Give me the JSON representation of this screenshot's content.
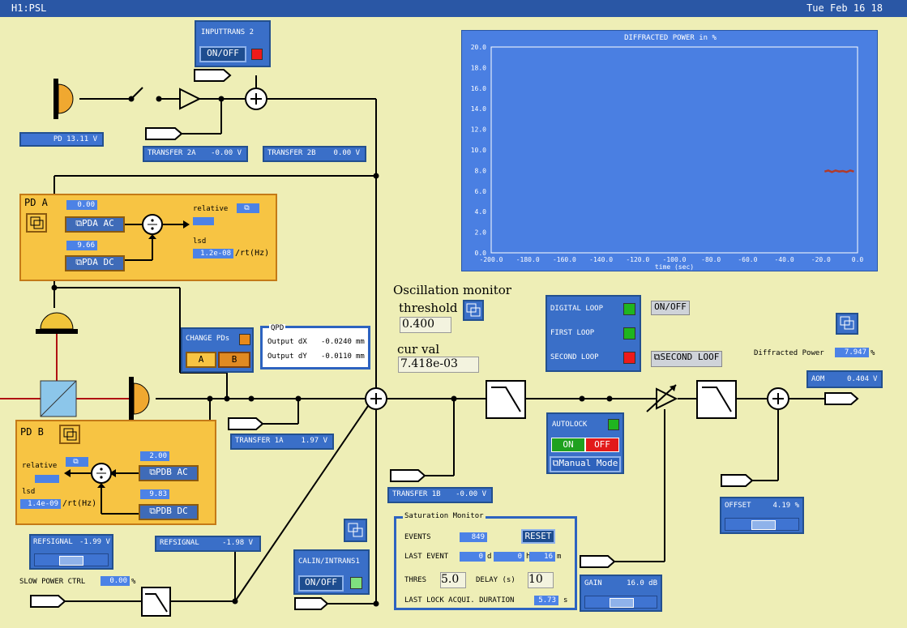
{
  "title_left": "H1:PSL",
  "date": "Tue Feb 16 18",
  "pd_monitor": "PD 13.11 V",
  "inputtrans": {
    "label": "INPUTTRANS 2",
    "button": "ON/OFF",
    "led": "#ee1a1a"
  },
  "transfer_2a": {
    "label": "TRANSFER 2A",
    "value": "-0.00 V"
  },
  "transfer_2b": {
    "label": "TRANSFER 2B",
    "value": "0.00 V"
  },
  "transfer_1a": {
    "label": "TRANSFER 1A",
    "value": "1.97 V"
  },
  "transfer_1b": {
    "label": "TRANSFER 1B",
    "value": "-0.00 V"
  },
  "pd_a": {
    "title": "PD A",
    "top_value": "0.00",
    "ac_label": "PDA AC",
    "dc_label": "PDA DC",
    "dc_value": "9.66",
    "relative_label": "relative",
    "lsd_label": "lsd",
    "lsd_value": "1.2e-08",
    "lsd_unit": "/rt(Hz)"
  },
  "pd_b": {
    "title": "PD B",
    "ac_value": "2.00",
    "ac_label": "PDB AC",
    "dc_label": "PDB DC",
    "dc_value": "9.83",
    "relative_label": "relative",
    "lsd_label": "lsd",
    "lsd_value": "1.4e-09",
    "lsd_unit": "/rt(Hz)"
  },
  "change_pds": {
    "label": "CHANGE PDs",
    "a": "A",
    "b": "B"
  },
  "qpd": {
    "title": "QPD",
    "dx_label": "Output dX",
    "dx_value": "-0.0240",
    "dy_label": "Output dY",
    "dy_value": "-0.0110",
    "unit": "mm"
  },
  "chart_data": {
    "type": "line",
    "title": "DIFFRACTED POWER in %",
    "xlabel": "time (sec)",
    "ylabel": "",
    "xlim": [
      -200,
      0
    ],
    "ylim": [
      0,
      20
    ],
    "x_ticks": [
      "-200.0",
      "-180.0",
      "-160.0",
      "-140.0",
      "-120.0",
      "-100.0",
      "-80.0",
      "-60.0",
      "-40.0",
      "-20.0",
      "0.0"
    ],
    "y_ticks": [
      "20.0",
      "18.0",
      "16.0",
      "14.0",
      "12.0",
      "10.0",
      "8.0",
      "6.0",
      "4.0",
      "2.0",
      "0.0"
    ],
    "series": [
      {
        "x": [
          -18,
          -16,
          -14,
          -12,
          -10,
          -8,
          -6,
          -4,
          -2
        ],
        "y": [
          7.9,
          8.0,
          7.85,
          8.0,
          7.9,
          7.95,
          7.85,
          8.0,
          7.9
        ],
        "color": "#b13a2a"
      }
    ],
    "grid": false
  },
  "oscillation": {
    "title": "Oscillation monitor",
    "threshold_label": "threshold",
    "threshold_value": "0.400",
    "cur_label": "cur val",
    "cur_value": "7.418e-03"
  },
  "loops": {
    "digital": "DIGITAL LOOP",
    "first": "FIRST LOOP",
    "second": "SECOND LOOP",
    "onoff": "ON/OFF",
    "second_btn": "SECOND LOOF",
    "led_digital": "#1fb51f",
    "led_first": "#1fb51f",
    "led_second": "#ee1a1a"
  },
  "diffracted": {
    "label": "Diffracted Power",
    "value": "7.947",
    "unit": "%"
  },
  "aom": {
    "label": "AOM",
    "value": "0.404",
    "unit": "V"
  },
  "autolock": {
    "label": "AUTOLOCK",
    "on": "ON",
    "off": "OFF",
    "manual": "Manual Mode",
    "led": "#1fb51f"
  },
  "saturation": {
    "title": "Saturation Monitor",
    "events_label": "EVENTS",
    "events_value": "849",
    "reset": "RESET",
    "last_event_label": "LAST EVENT",
    "d_value": "0",
    "d_unit": "d",
    "h_value": "0",
    "h_unit": "h",
    "m_value": "16",
    "m_unit": "m",
    "thres_label": "THRES",
    "thres_value": "5.0",
    "delay_label": "DELAY (s)",
    "delay_value": "10",
    "duration_label": "LAST LOCK ACQUI. DURATION",
    "duration_value": "5.73",
    "duration_unit": "s"
  },
  "offset": {
    "label": "OFFSET",
    "value": "4.19 %"
  },
  "gain": {
    "label": "GAIN",
    "value": "16.0 dB"
  },
  "refsignal_left": {
    "label": "REFSIGNAL",
    "value": "-1.99 V"
  },
  "refsignal_right": {
    "label": "REFSIGNAL",
    "value": "-1.98 V"
  },
  "slow_power": {
    "label": "SLOW POWER CTRL",
    "value": "0.00",
    "unit": "%"
  },
  "calin": {
    "label": "CALIN/INTRANS1",
    "button": "ON/OFF",
    "led": "#7fe07f"
  }
}
